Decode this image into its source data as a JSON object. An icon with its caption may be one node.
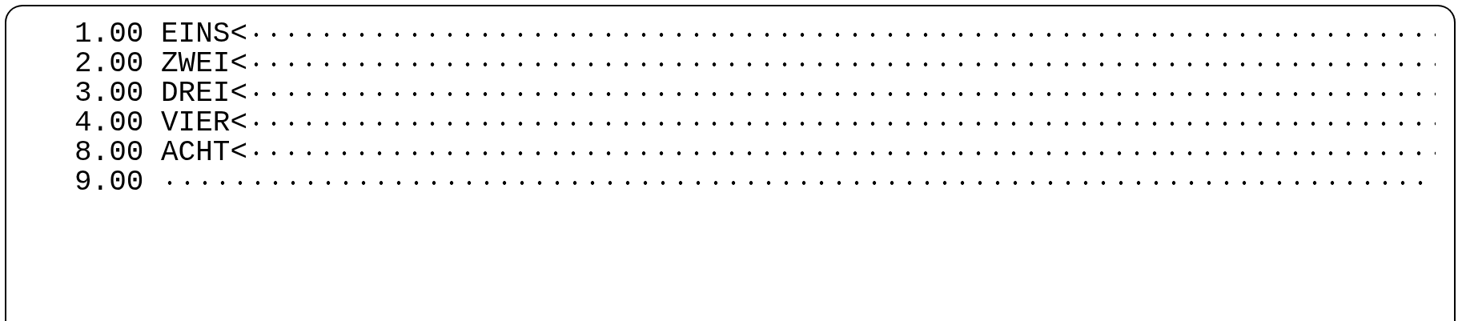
{
  "diagram": {
    "labels": [
      "1.00 EINS<",
      "2.00 ZWEI<",
      "3.00 DREI<",
      "4.00 VIER<",
      "8.00 ACHT<",
      "9.00"
    ]
  }
}
